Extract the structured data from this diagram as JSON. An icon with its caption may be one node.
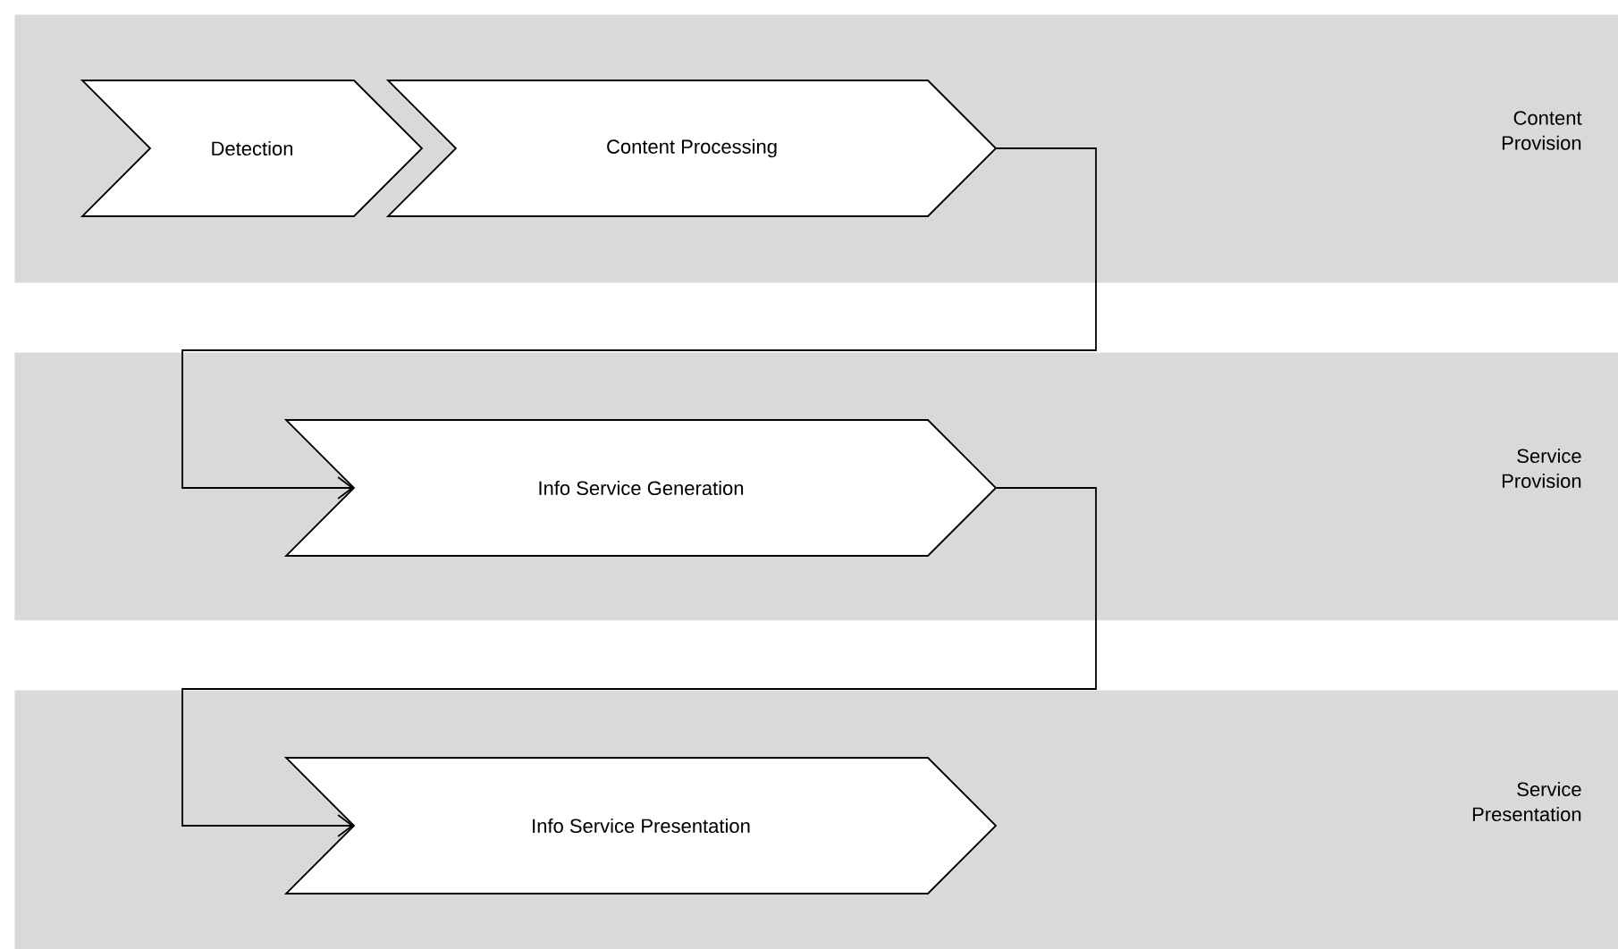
{
  "diagram": {
    "nodes": [
      {
        "text": [
          "Content Provision"
        ]
      },
      {
        "text": [
          "Detection"
        ],
        "in": 0
      },
      {
        "text": [
          "Content Processing"
        ],
        "in": 0
      },
      {
        "text": [
          "Service Provision"
        ]
      },
      {
        "text": [
          "Info Service Generation"
        ],
        "in": 3
      },
      {
        "text": [
          "Service Presentation"
        ]
      },
      {
        "text": [
          "Info Service Presentation"
        ],
        "in": 5
      }
    ],
    "edges": [
      {
        "from": 2,
        "to": 4,
        "arrow": "to"
      },
      {
        "from": 4,
        "to": 6,
        "arrow": "to"
      }
    ]
  }
}
